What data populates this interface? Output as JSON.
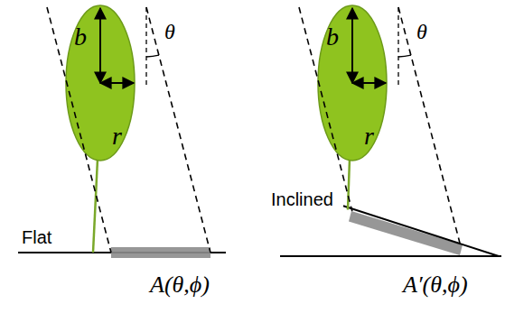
{
  "diagram": {
    "labels": [
      "b",
      "r",
      "θ",
      "Flat",
      "A(θ,ϕ)",
      "b",
      "r",
      "θ",
      "Inclined",
      "A′(θ,ϕ)"
    ]
  }
}
